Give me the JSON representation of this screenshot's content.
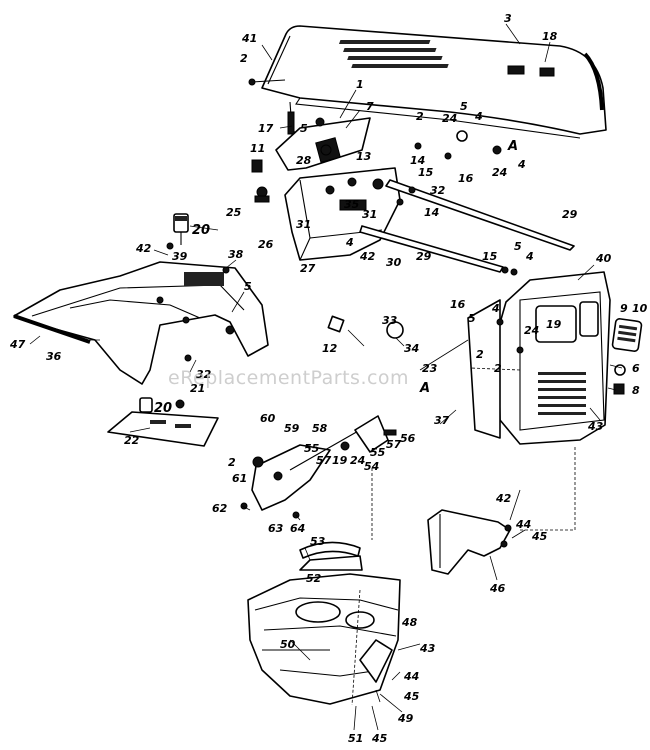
{
  "watermark": "eReplacementParts.com",
  "callouts": [
    "1",
    "2",
    "3",
    "4",
    "5",
    "6",
    "7",
    "8",
    "9",
    "10",
    "11",
    "12",
    "13",
    "14",
    "15",
    "16",
    "17",
    "18",
    "19",
    "20",
    "21",
    "22",
    "23",
    "24",
    "25",
    "26",
    "27",
    "28",
    "29",
    "30",
    "31",
    "32",
    "33",
    "34",
    "35",
    "36",
    "37",
    "38",
    "39",
    "40",
    "41",
    "42",
    "43",
    "44",
    "45",
    "46",
    "47",
    "48",
    "49",
    "50",
    "51",
    "52",
    "53",
    "54",
    "55",
    "56",
    "57",
    "58",
    "59",
    "60",
    "61",
    "62",
    "63",
    "64",
    "A"
  ]
}
